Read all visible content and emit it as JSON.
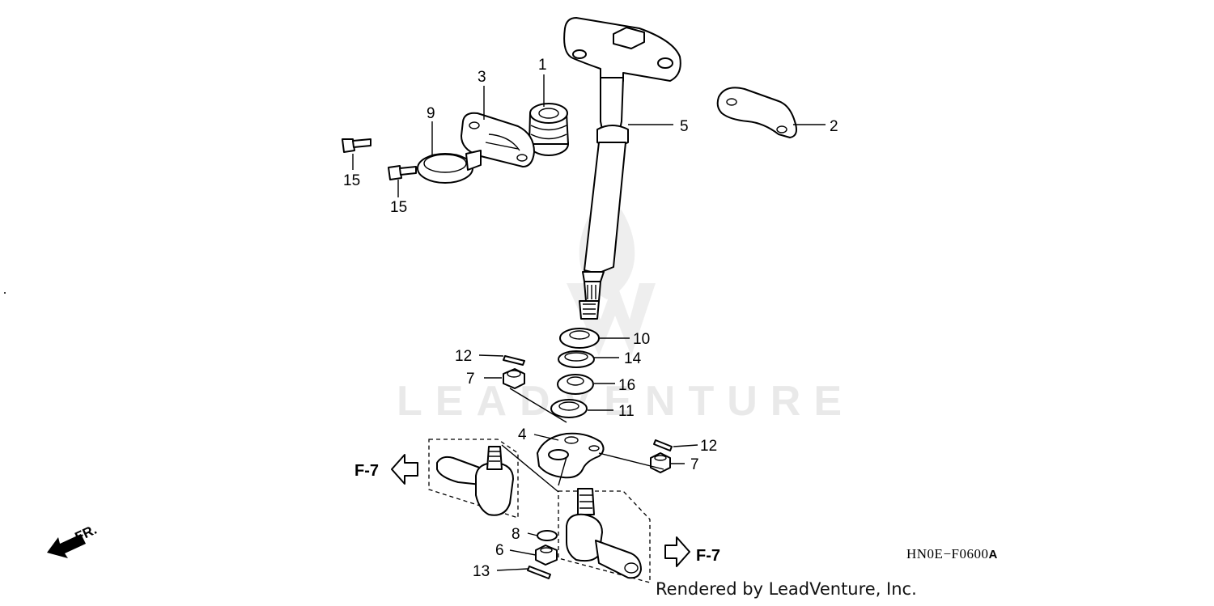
{
  "diagram": {
    "figure_code": "HN0E−F0600",
    "figure_suffix": "A",
    "watermark": "LEADVENTURE",
    "credit": "Rendered by LeadVenture, Inc.",
    "direction_label": "FR.",
    "reference_left": "F-7",
    "reference_right": "F-7",
    "callouts": {
      "p1": "1",
      "p2": "2",
      "p3": "3",
      "p4": "4",
      "p5": "5",
      "p6": "6",
      "p7a": "7",
      "p7b": "7",
      "p8": "8",
      "p9": "9",
      "p10": "10",
      "p11": "11",
      "p12a": "12",
      "p12b": "12",
      "p13": "13",
      "p14": "14",
      "p15a": "15",
      "p15b": "15",
      "p16": "16"
    }
  },
  "colors": {
    "line": "#000000",
    "watermark": "#e9e9e9",
    "background": "#ffffff"
  }
}
